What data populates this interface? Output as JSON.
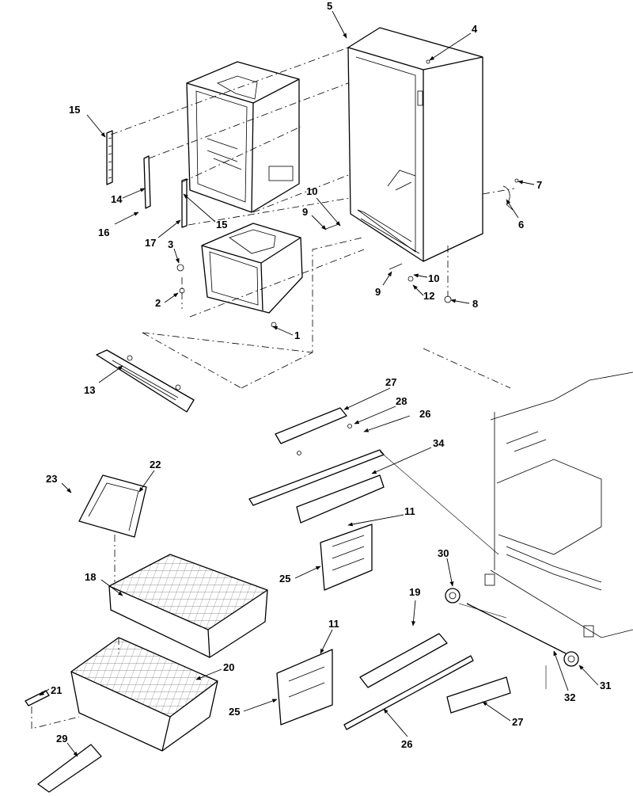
{
  "callouts": [
    {
      "id": "c1",
      "text": "1"
    },
    {
      "id": "c2",
      "text": "2"
    },
    {
      "id": "c3",
      "text": "3"
    },
    {
      "id": "c4",
      "text": "4"
    },
    {
      "id": "c5",
      "text": "5"
    },
    {
      "id": "c6",
      "text": "6"
    },
    {
      "id": "c7",
      "text": "7"
    },
    {
      "id": "c8",
      "text": "8"
    },
    {
      "id": "c9a",
      "text": "9"
    },
    {
      "id": "c9b",
      "text": "9"
    },
    {
      "id": "c10a",
      "text": "10"
    },
    {
      "id": "c10b",
      "text": "10"
    },
    {
      "id": "c11a",
      "text": "11"
    },
    {
      "id": "c11b",
      "text": "11"
    },
    {
      "id": "c12",
      "text": "12"
    },
    {
      "id": "c13",
      "text": "13"
    },
    {
      "id": "c14",
      "text": "14"
    },
    {
      "id": "c15a",
      "text": "15"
    },
    {
      "id": "c15b",
      "text": "15"
    },
    {
      "id": "c16",
      "text": "16"
    },
    {
      "id": "c17",
      "text": "17"
    },
    {
      "id": "c18",
      "text": "18"
    },
    {
      "id": "c19",
      "text": "19"
    },
    {
      "id": "c20",
      "text": "20"
    },
    {
      "id": "c21",
      "text": "21"
    },
    {
      "id": "c22",
      "text": "22"
    },
    {
      "id": "c23",
      "text": "23"
    },
    {
      "id": "c25a",
      "text": "25"
    },
    {
      "id": "c25b",
      "text": "25"
    },
    {
      "id": "c26a",
      "text": "26"
    },
    {
      "id": "c26b",
      "text": "26"
    },
    {
      "id": "c27a",
      "text": "27"
    },
    {
      "id": "c27b",
      "text": "27"
    },
    {
      "id": "c28",
      "text": "28"
    },
    {
      "id": "c29",
      "text": "29"
    },
    {
      "id": "c30",
      "text": "30"
    },
    {
      "id": "c31",
      "text": "31"
    },
    {
      "id": "c32",
      "text": "32"
    },
    {
      "id": "c34",
      "text": "34"
    }
  ]
}
